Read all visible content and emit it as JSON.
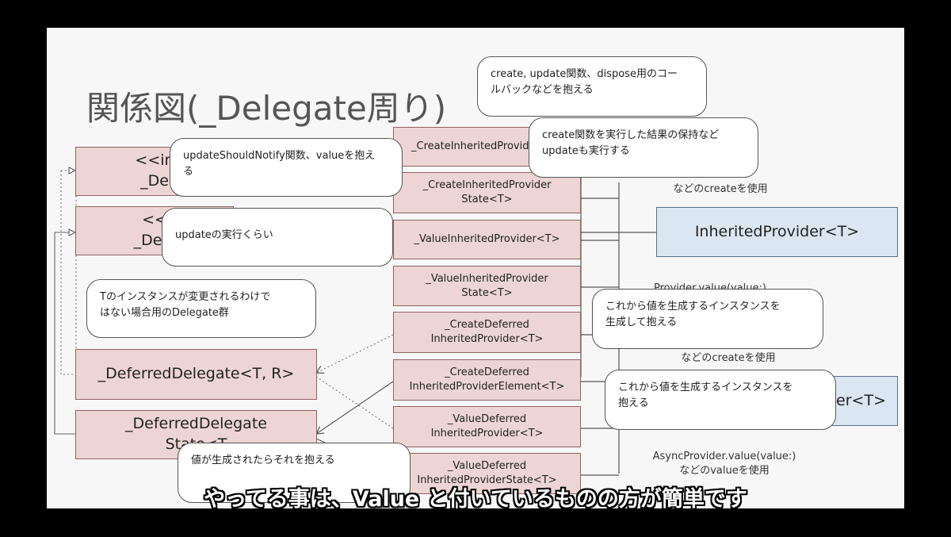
{
  "title": "関係図(_Delegate周り)",
  "left_boxes": {
    "box1": "<<in\n_De",
    "box2": "<<\n_Dele",
    "deferred_delegate": "_DeferredDelegate<T, R>",
    "deferred_delegate_state": "_DeferredDelegate\nState<T"
  },
  "middle_boxes": [
    "_CreateInheritedProvid",
    "_CreateInheritedProvider\nState<T>",
    "_ValueInheritedProvider<T>",
    "_ValueInheritedProvider\nState<T>",
    "_CreateDeferred\nInheritedProvider<T>",
    "_CreateDeferred\nInheritedProviderElement<T>",
    "_ValueDeferred\nInheritedProvider<T>",
    "_ValueDeferred\nInheritedProviderState<T>"
  ],
  "right_boxes": {
    "inherited_provider": "InheritedProvider<T>",
    "deferred_provider_partial": "der<T>"
  },
  "notes": {
    "note1": "などのcreateを使用",
    "note2": "Provider.value(value:)",
    "note3": "などのcreateを使用",
    "note4": "AsyncProvider.value(value:)\nなどのvalueを使用"
  },
  "callouts": {
    "c1": "create, update関数、dispose用のコー\nルバックなどを抱える",
    "c2": "create関数を実行した結果の保持など\nupdateも実行する",
    "c3": "updateShouldNotify関数、valueを抱え\nる",
    "c4": "updateの実行くらい",
    "c5": "Tのインスタンスが変更されるわけで\nはない場合用のDelegate群",
    "c6": "これから値を生成するインスタンスを\n生成して抱える",
    "c7": "これから値を生成するインスタンスを\n抱える",
    "c8": "値が生成されたらそれを抱える"
  },
  "subtitle": "やってる事は、Value と付いているものの方が簡単です",
  "colors": {
    "class_box": "#ecd5d4",
    "provider_box": "#dae6f2",
    "slide_bg": "#f7f7f7",
    "frame_bg": "#000000"
  }
}
